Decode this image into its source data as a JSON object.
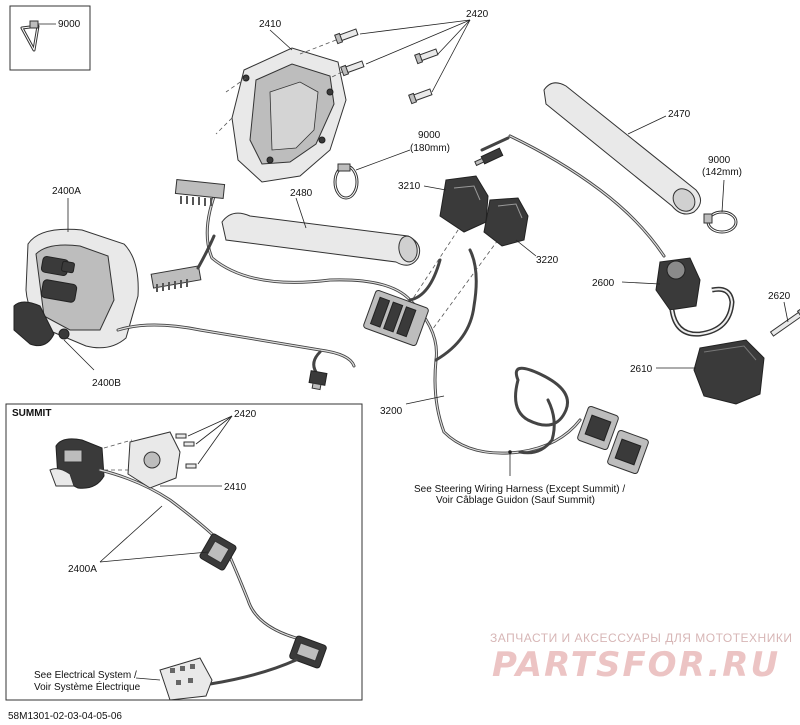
{
  "callouts": {
    "p9000_top": "9000",
    "p2410": "2410",
    "p2420": "2420",
    "p2470": "2470",
    "p9000_180_num": "9000",
    "p9000_180_len": "(180mm)",
    "p9000_142_num": "9000",
    "p9000_142_len": "(142mm)",
    "p2400A": "2400A",
    "p2480": "2480",
    "p3210": "3210",
    "p3220": "3220",
    "p2600": "2600",
    "p2620": "2620",
    "p2610": "2610",
    "p2400B": "2400B",
    "p3200": "3200"
  },
  "notes": {
    "steering_line1": "See Steering Wiring Harness (Except Summit) /",
    "steering_line2": "Voir Câblage Guidon (Sauf Summit)",
    "electrical_line1": "See Electrical System /",
    "electrical_line2": "Voir Système Électrique"
  },
  "summit_box": {
    "title": "SUMMIT",
    "p2420": "2420",
    "p2410": "2410",
    "p2400A": "2400A"
  },
  "footer": {
    "diagram_code": "58M1301-02-03-04-05-06"
  },
  "watermark": {
    "tagline": "ЗАПЧАСТИ И АКСЕССУАРЫ ДЛЯ МОТОТЕХНИКИ",
    "brand": "PARTSFOR.RU"
  }
}
